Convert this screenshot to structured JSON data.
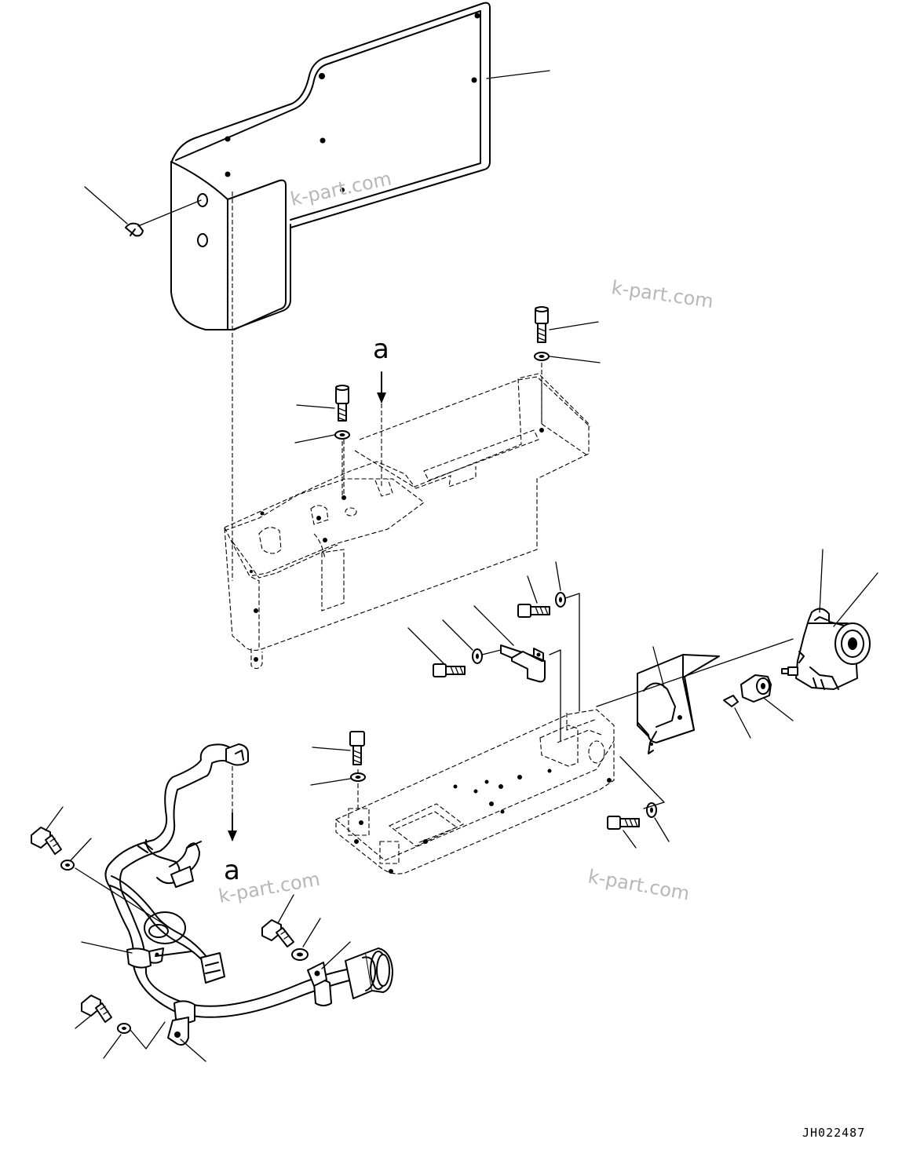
{
  "watermarks": [
    "k-part.com",
    "k-part.com",
    "k-part.com",
    "k-part.com"
  ],
  "reference_marks": [
    "a",
    "a"
  ],
  "drawing_code": "JH022487"
}
